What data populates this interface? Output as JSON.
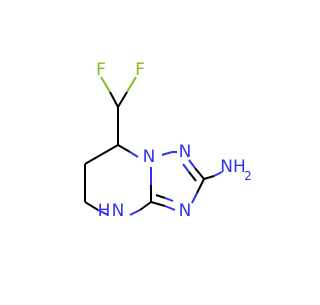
{
  "molecule": {
    "atoms": {
      "f1": "F",
      "f2": "F",
      "n_bridge": "N",
      "n_top_right": "N",
      "n_lower_right": "N",
      "amine": "NH",
      "amine_sub": "2",
      "nh_ring": "N",
      "nh_ring_h": "H"
    },
    "colors": {
      "nitrogen": "#3333ee",
      "fluorine": "#88bb22",
      "carbon_bond": "#000000",
      "background": "#ffffff"
    }
  }
}
